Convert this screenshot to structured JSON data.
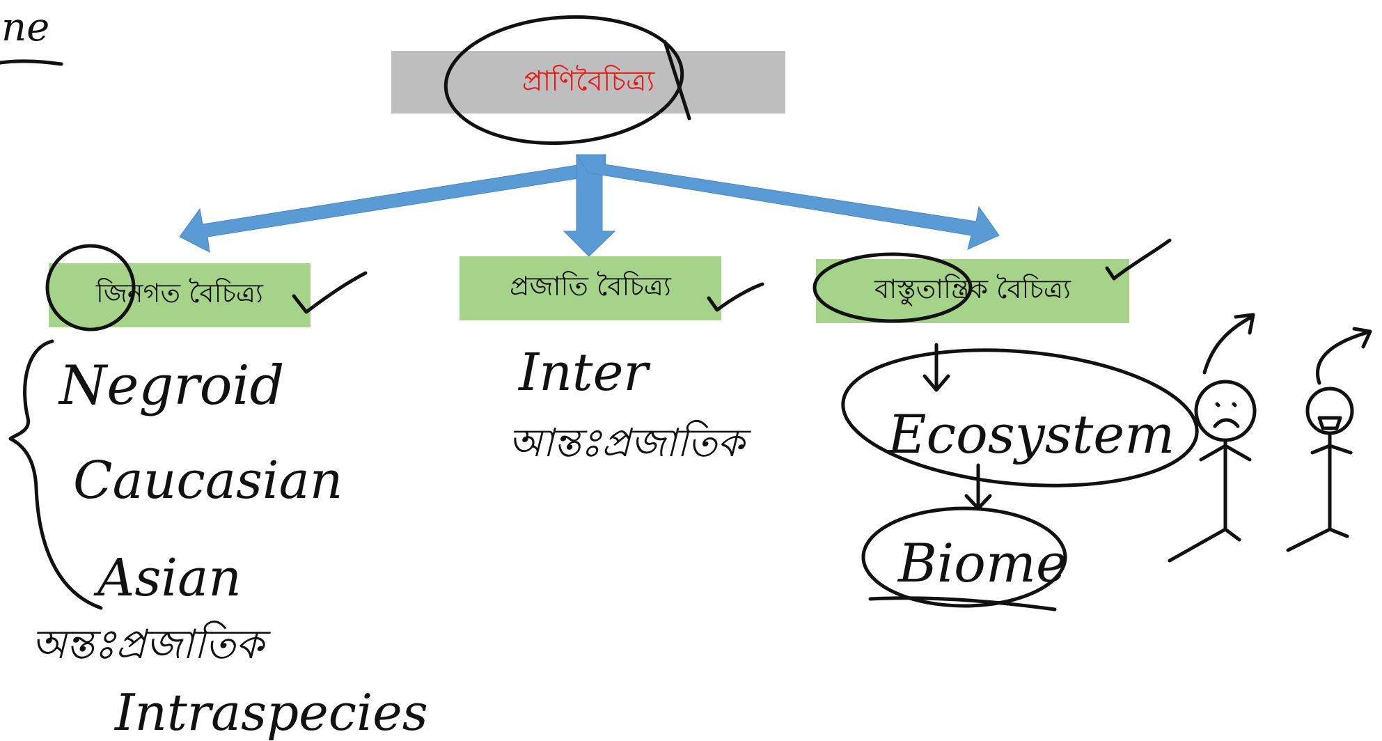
{
  "diagram": {
    "root": {
      "label": "প্রাণিবৈচিত্র্য",
      "color": "#e81818",
      "fill": "#bebebe"
    },
    "children": [
      {
        "label": "জিনগত বৈচিত্র্য"
      },
      {
        "label": "প্রজাতি বৈচিত্র্য"
      },
      {
        "label": "বাস্তুতান্ত্রিক বৈচিত্র্য"
      }
    ],
    "child_fill": "#a6d38a",
    "arrow_color": "#5b9bd5"
  },
  "annotations": {
    "corner_text": "ne",
    "genetic_list": [
      "Negroid",
      "Caucasian",
      "Asian"
    ],
    "intra_bn": "অন্তঃপ্রজাতিক",
    "intra_en": "Intraspecies",
    "inter_en": "Inter",
    "inter_bn": "আন্তঃপ্রজাতিক",
    "ecosystem_en": "Ecosystem",
    "biome": "Biome"
  }
}
